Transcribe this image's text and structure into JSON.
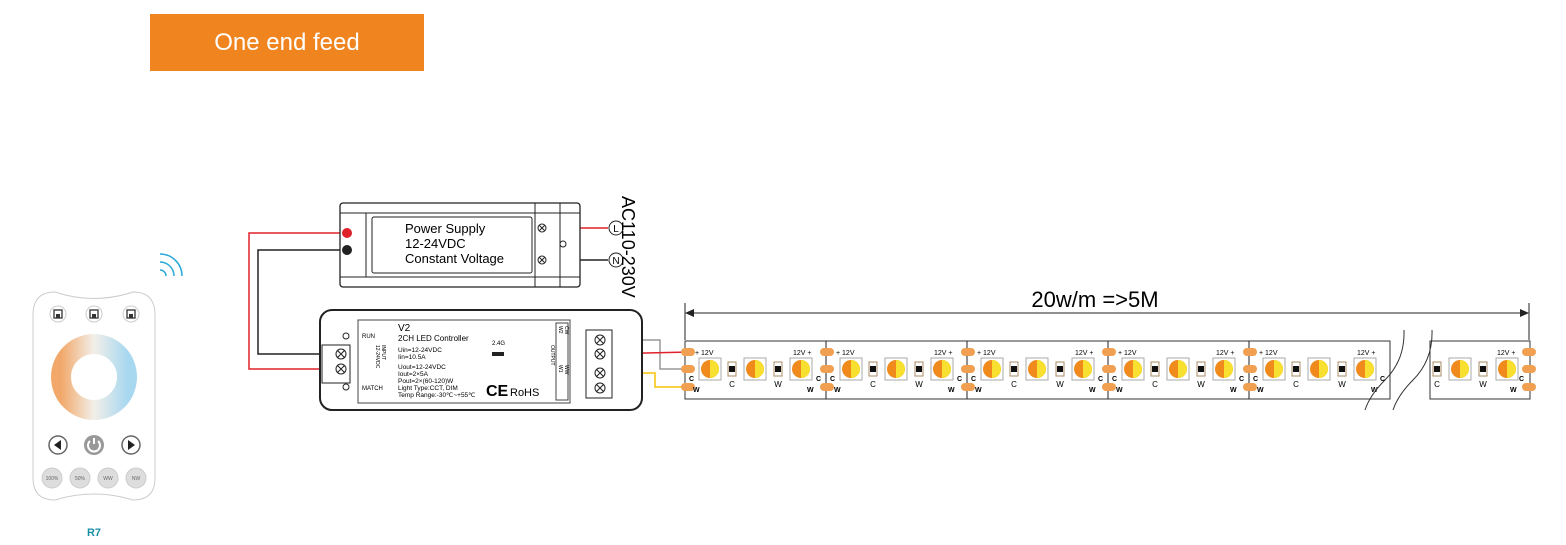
{
  "title": "One end feed",
  "power_supply": {
    "lines": [
      "Power Supply",
      "12-24VDC",
      "Constant Voltage"
    ],
    "ac_label": "AC110-230V",
    "live": "L",
    "neutral": "N"
  },
  "controller": {
    "model": "V2",
    "name": "2CH LED Controller",
    "specs": [
      "Uin=12-24VDC",
      "Iin=10.5A",
      "Uout=12-24VDC",
      "Iout=2×5A",
      "Pout=2×(60-120)W",
      "Light Type:CCT, DIM",
      "Temp Range:-30℃~+55℃"
    ],
    "run": "RUN",
    "match": "MATCH",
    "input": "INPUT",
    "input_v": "12-24VDC",
    "output": "OUTPUT",
    "rf": "2.4G",
    "out_labels": [
      "W2",
      "CW",
      "W1",
      "WW"
    ],
    "cert": "RoHS",
    "ce": "CE"
  },
  "strip": {
    "length_label": "20w/m =>5M",
    "plus_label": "+ 12V",
    "plus_label_right": "12V +",
    "c": "C",
    "w": "W",
    "segments": 5
  },
  "remote": {
    "model": "R7",
    "buttons": [
      "100%",
      "50%",
      "WW",
      "NW"
    ]
  },
  "colors": {
    "accent": "#f0841e",
    "red_wire": "#e0202a",
    "yellow_wire": "#f5c400",
    "pad": "#f0a050",
    "teal": "#1a8fa8"
  }
}
